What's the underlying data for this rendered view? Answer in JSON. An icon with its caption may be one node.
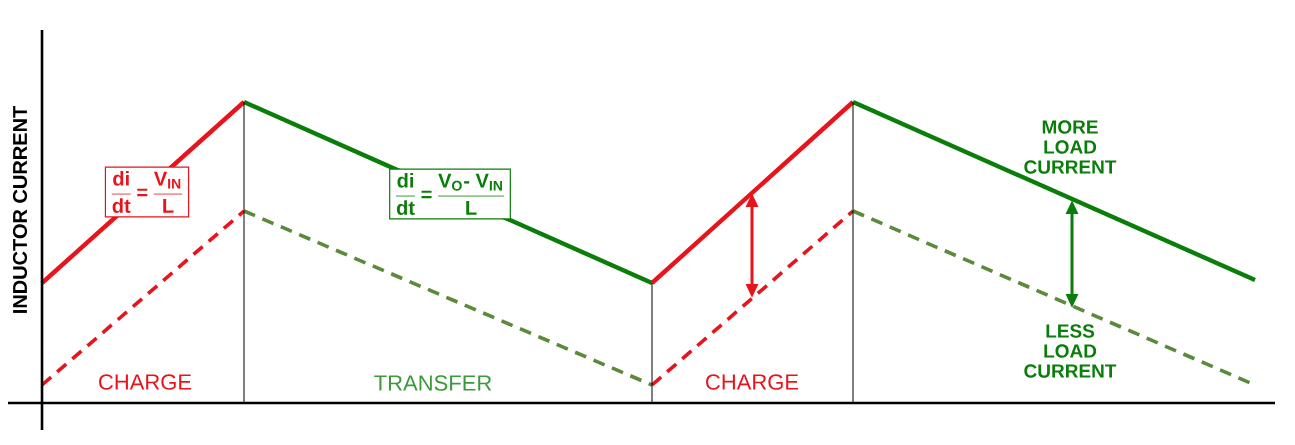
{
  "diagram": {
    "nodes": [
      {
        "text": [
          "di",
          "dt",
          "=",
          "V$_{IN}$",
          "L"
        ]
      },
      {
        "text": [
          "di",
          "dt",
          "=",
          "V$_{O}$- V$_{IN}$",
          "L"
        ]
      }
    ],
    "labels": [
      "INDUCTOR CURRENT",
      "MORE LOAD CURRENT",
      "LESS LOAD CURRENT",
      "CHARGE",
      "TRANSFER",
      "CHARGE"
    ]
  }
}
